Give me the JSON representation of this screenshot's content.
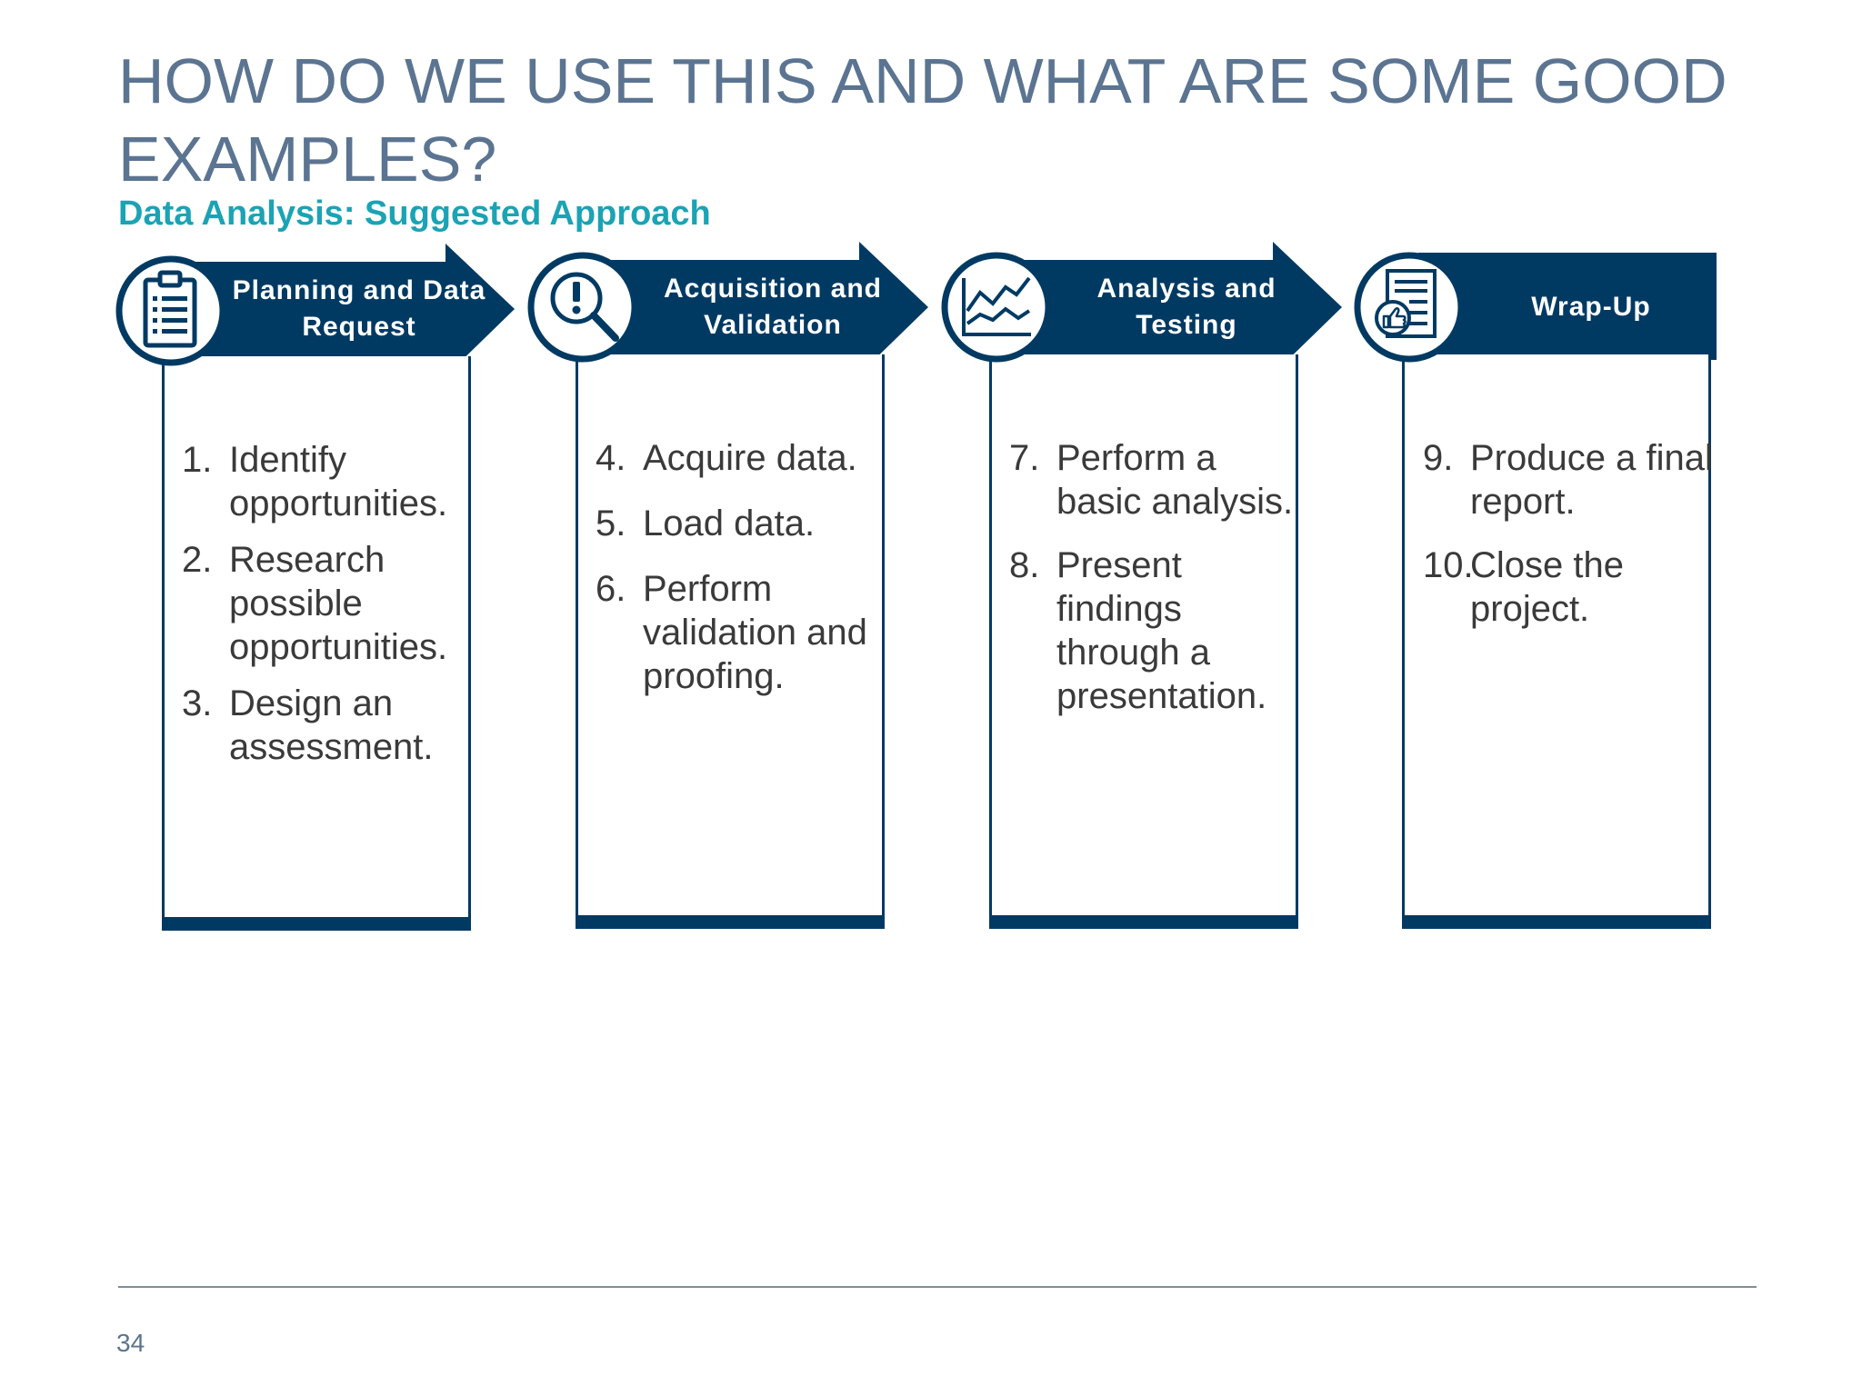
{
  "title": "HOW DO WE USE THIS AND WHAT ARE SOME GOOD EXAMPLES?",
  "subtitle": "Data Analysis: Suggested Approach",
  "colors": {
    "navy": "#003a63",
    "teal": "#1ba3b5",
    "title": "#5b7491"
  },
  "phases": [
    {
      "label_line1": "Planning and Data",
      "label_line2": "Request",
      "icon": "clipboard-icon",
      "steps": [
        {
          "num": "1.",
          "text": "Identify opportunities."
        },
        {
          "num": "2.",
          "text": "Research possible opportunities."
        },
        {
          "num": "3.",
          "text": "Design an assessment."
        }
      ]
    },
    {
      "label_line1": "Acquisition and",
      "label_line2": "Validation",
      "icon": "magnifier-alert-icon",
      "steps": [
        {
          "num": "4.",
          "text": "Acquire data."
        },
        {
          "num": "5.",
          "text": "Load data."
        },
        {
          "num": "6.",
          "text": "Perform validation and proofing."
        }
      ]
    },
    {
      "label_line1": "Analysis and",
      "label_line2": "Testing",
      "icon": "line-chart-icon",
      "steps": [
        {
          "num": "7.",
          "text": "Perform a basic analysis."
        },
        {
          "num": "8.",
          "text": "Present findings through a presentation."
        }
      ]
    },
    {
      "label_line1": "Wrap-Up",
      "label_line2": "",
      "icon": "report-thumbs-up-icon",
      "steps": [
        {
          "num": "9.",
          "text": "Produce a final report."
        },
        {
          "num": "10.",
          "text": "Close the project."
        }
      ]
    }
  ],
  "footer": {
    "page_number": "34"
  }
}
